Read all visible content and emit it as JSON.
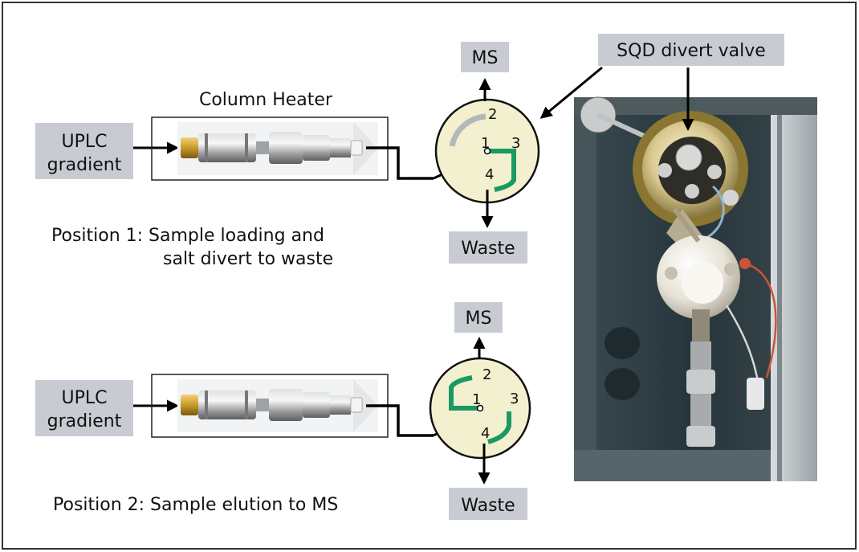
{
  "labels": {
    "column_heater": "Column Heater",
    "uplc_line1": "UPLC",
    "uplc_line2": "gradient",
    "ms": "MS",
    "waste": "Waste",
    "sqd_divert_valve": "SQD divert valve",
    "position1_line1": "Position 1: Sample loading and",
    "position1_line2": "salt divert to waste",
    "position2": "Position 2: Sample elution to MS"
  },
  "ports": {
    "p1": "1",
    "p2": "2",
    "p3": "3",
    "p4": "4"
  },
  "colors": {
    "label_box": "#c8ccd2",
    "valve_face": "#f3f0cf",
    "active_path": "#1a9a63",
    "inactive_path": "#b4b8bc",
    "arrow": "#000000",
    "photo_panel": "#2c3b40"
  }
}
